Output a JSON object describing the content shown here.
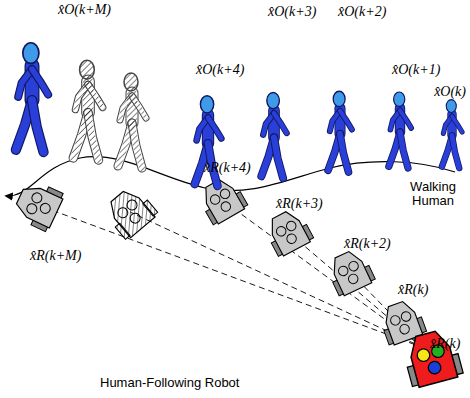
{
  "diagram": {
    "labels": [
      "x̂O(k+M)",
      "x̂O(k+4)",
      "x̂O(k+3)",
      "x̂O(k+2)",
      "x̂O(k+1)",
      "x̂O(k)",
      "Walking Human",
      "x̂R(k+M)",
      "x̂R(k+4)",
      "x̂R(k+3)",
      "x̂R(k+2)",
      "x̂R(k)",
      "x̂R(k)",
      "Human-Following Robot"
    ]
  }
}
